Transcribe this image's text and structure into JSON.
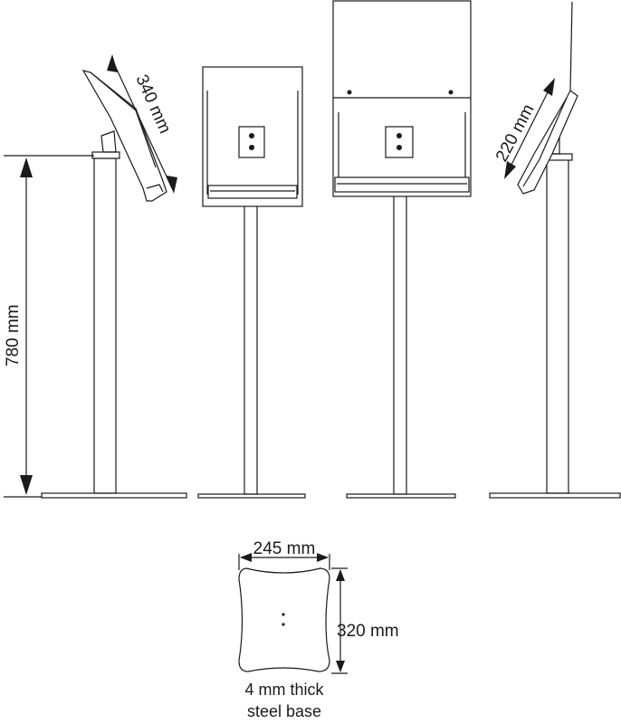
{
  "dimensions": {
    "height": "780 mm",
    "tray_length": "340 mm",
    "tray_depth": "220 mm",
    "base_width": "245 mm",
    "base_depth": "320 mm"
  },
  "base_note": {
    "line1": "4 mm thick",
    "line2": "steel base"
  }
}
